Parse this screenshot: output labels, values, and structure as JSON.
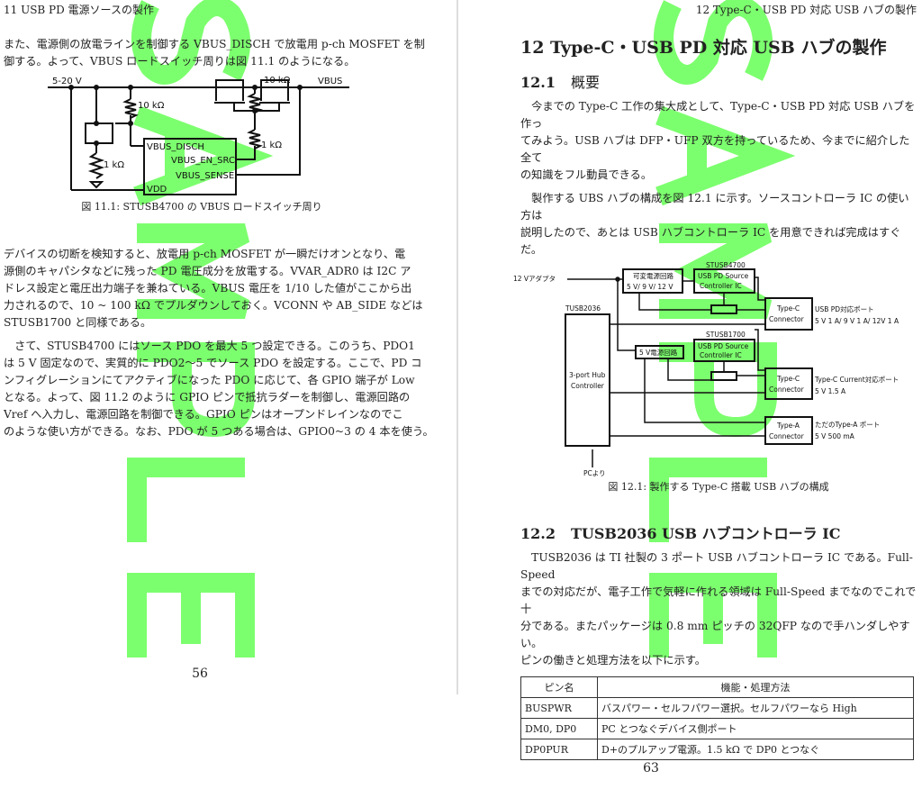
{
  "left_page": {
    "running_head": "11 USB PD 電源ソースの製作",
    "para1": [
      "また、電源側の放電ラインを制御する VBUS_DISCH で放電用 p-ch MOSFET を制",
      "御する。よって、VBUS ロードスイッチ周りは図 11.1 のようになる。"
    ],
    "figure": {
      "labels": {
        "vin": "5-20 V",
        "vbus": "VBUS",
        "r1": "10 kΩ",
        "r2": "10 kΩ",
        "r3": "1 kΩ",
        "r4": "1 kΩ",
        "disch": "VBUS_DISCH",
        "en": "VBUS_EN_SRC",
        "sense": "VBUS_SENSE",
        "vdd": "VDD"
      },
      "caption": "図 11.1: STUSB4700 の VBUS ロードスイッチ周り"
    },
    "para2": [
      "デバイスの切断を検知すると、放電用 p-ch MOSFET が一瞬だけオンとなり、電",
      "源側のキャパシタなどに残った PD 電圧成分を放電する。VVAR_ADR0 は I2C ア",
      "ドレス設定と電圧出力端子を兼ねている。VBUS 電圧を 1/10 した値がここから出",
      "力されるので、10 ~ 100 kΩ でプルダウンしておく。VCONN や AB_SIDE などは",
      "STUSB1700 と同様である。"
    ],
    "para3": [
      "　さて、STUSB4700 にはソース PDO を最大 5 つ設定できる。このうち、PDO1",
      "は 5 V 固定なので、実質的に PDO2～5 でソース PDO を設定する。ここで、PD コ",
      "ンフィグレーションにてアクティブになった PDO に応じて、各 GPIO 端子が Low",
      "となる。よって、図 11.2 のように GPIO ピンで抵抗ラダーを制御し、電源回路の",
      "Vref へ入力し、電源回路を制御できる。GPIO ピンはオープンドレインなのでこ",
      "のような使い方ができる。なお、PDO が 5 つある場合は、GPIO0~3 の 4 本を使う。"
    ],
    "page_number": "56",
    "watermark": "SAMPLE"
  },
  "right_page": {
    "running_head": "12 Type-C・USB PD 対応 USB ハブの製作",
    "chapter_title": "12  Type-C・USB PD 対応 USB ハブの製作",
    "sec1": {
      "num": "12.1",
      "title": "概要"
    },
    "para1": [
      "　今までの Type-C 工作の集大成として、Type-C・USB PD 対応 USB ハブを作っ",
      "てみよう。USB ハブは DFP・UFP 双方を持っているため、今までに紹介した全て",
      "の知識をフル動員できる。"
    ],
    "para2": [
      "　製作する UBS ハブの構成を図 12.1 に示す。ソースコントローラ IC の使い方は",
      "説明したので、あとは USB ハブコントローラ IC を用意できれば完成はすぐだ。"
    ],
    "figure": {
      "labels": {
        "adapter": "12 Vアダプタ",
        "var_psu1": "可変電源回路",
        "var_psu2": "5 V/ 9 V/ 12 V",
        "stusb4700": "STUSB4700",
        "pd_ic1": "USB PD Source",
        "pd_ic2": "Controller IC",
        "stusb1700": "STUSB1700",
        "psu5v": "5 V電源回路",
        "tusb": "TUSB2036",
        "hub1": "3-port Hub",
        "hub2": "Controller",
        "typec1": "Type-C",
        "conn": "Connector",
        "typea": "Type-A",
        "port1a": "USB PD対応ポート",
        "port1b": "5 V 1 A/ 9 V 1 A/ 12V 1 A",
        "port2a": "Type-C Current対応ポート",
        "port2b": "5 V 1.5 A",
        "port3a": "ただのType-A ポート",
        "port3b": "5 V 500 mA",
        "pc": "PCより"
      },
      "caption": "図 12.1: 製作する Type-C 搭載 USB ハブの構成"
    },
    "sec2": {
      "num": "12.2",
      "title": "TUSB2036 USB ハブコントローラ IC"
    },
    "para3": [
      "　TUSB2036 は TI 社製の 3 ポート USB ハブコントローラ IC である。Full-Speed",
      "までの対応だが、電子工作で気軽に作れる領域は Full-Speed までなのでこれで十",
      "分である。またパッケージは 0.8 mm ピッチの 32QFP なので手ハンダしやすい。",
      "ピンの働きと処理方法を以下に示す。"
    ],
    "table": {
      "headers": [
        "ピン名",
        "機能・処理方法"
      ],
      "rows": [
        [
          "BUSPWR",
          "バスパワー・セルフパワー選択。セルフパワーなら High"
        ],
        [
          "DM0, DP0",
          "PC とつなぐデバイス側ポート"
        ],
        [
          "DP0PUR",
          "D+のプルアップ電源。1.5 kΩ で DP0 とつなぐ"
        ]
      ]
    },
    "page_number": "63",
    "watermark": "SAMPLE"
  },
  "colors": {
    "watermark": "#66ff55"
  }
}
